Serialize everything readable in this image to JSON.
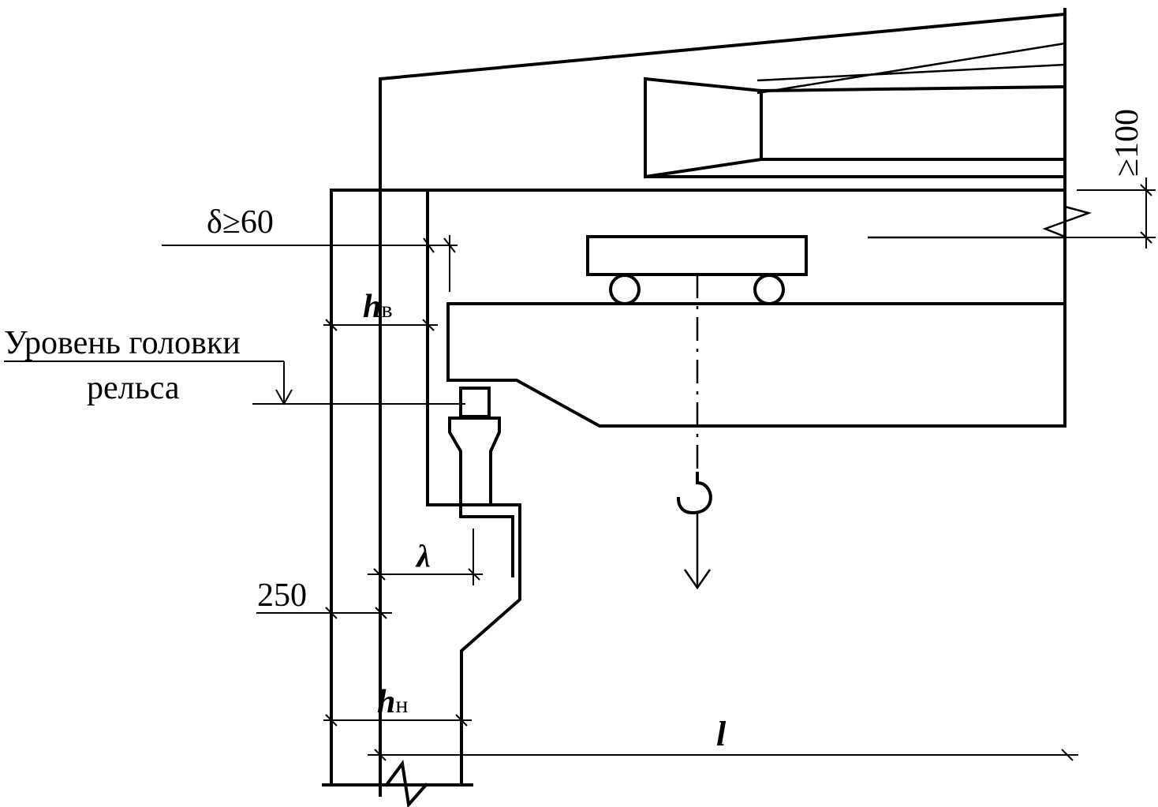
{
  "labels": {
    "delta": "δ≥60",
    "h_upper": "h",
    "h_upper_sub": "в",
    "rail_level_line1": "Уровень головки",
    "rail_level_line2": "рельса",
    "lambda": "λ",
    "dim_250": "250",
    "h_lower": "h",
    "h_lower_sub": "н",
    "span": "l",
    "clearance": "≥100"
  }
}
